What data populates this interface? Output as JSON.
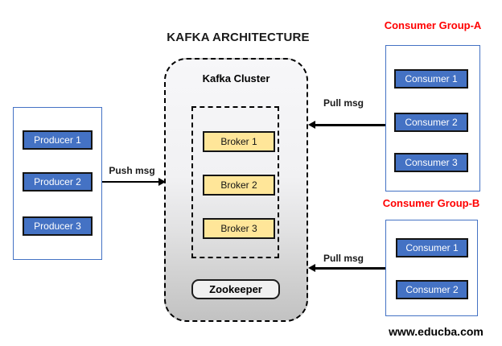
{
  "title": "KAFKA ARCHITECTURE",
  "watermark": "www.educba.com",
  "colors": {
    "node_blue": "#4472c4",
    "node_yellow": "#ffe699",
    "group_label_red": "#ff0000",
    "container_border_blue": "#4472c4",
    "arrow_black": "#000000",
    "cluster_gradient_top": "#f7f7f9",
    "cluster_gradient_bottom": "#c2c2c2"
  },
  "producers": {
    "items": [
      "Producer 1",
      "Producer 2",
      "Producer 3"
    ]
  },
  "cluster": {
    "label": "Kafka Cluster",
    "brokers": [
      "Broker 1",
      "Broker 2",
      "Broker 3"
    ],
    "zookeeper": "Zookeeper"
  },
  "consumer_group_a": {
    "label": "Consumer Group-A",
    "items": [
      "Consumer 1",
      "Consumer 2",
      "Consumer 3"
    ]
  },
  "consumer_group_b": {
    "label": "Consumer Group-B",
    "items": [
      "Consumer 1",
      "Consumer 2"
    ]
  },
  "arrows": {
    "push": "Push msg",
    "pull_a": "Pull msg",
    "pull_b": "Pull msg"
  }
}
